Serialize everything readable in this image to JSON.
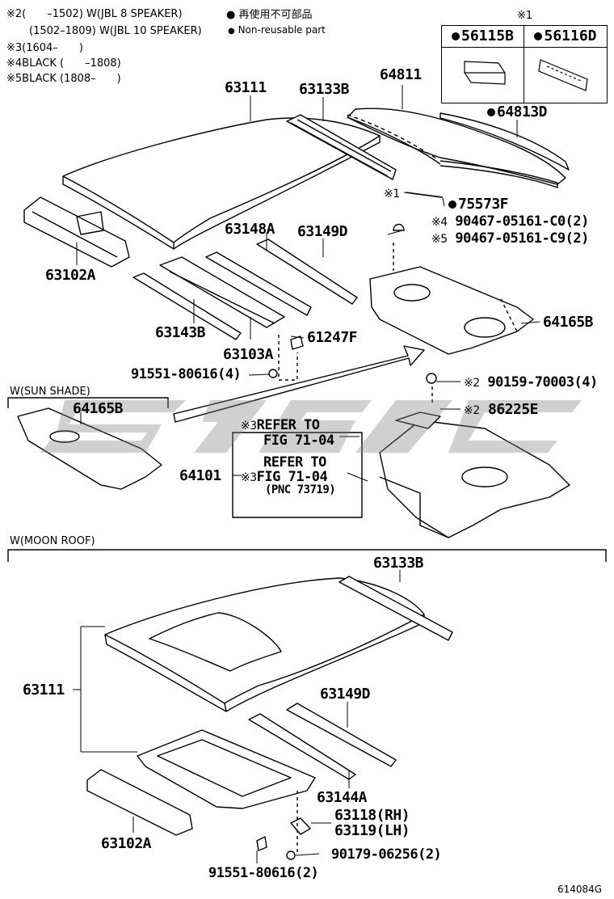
{
  "notes": [
    {
      "mark": "※2",
      "text": "(　　–1502) W(JBL 8 SPEAKER)"
    },
    {
      "mark": "",
      "text": "(1502–1809) W(JBL 10 SPEAKER)"
    },
    {
      "mark": "※3",
      "text": "(1604–　　)"
    },
    {
      "mark": "※4",
      "text": "BLACK (　　–1808)"
    },
    {
      "mark": "※5",
      "text": "BLACK (1808–　　)"
    }
  ],
  "legend": [
    {
      "symbol": "●",
      "jp": "再使用不可部品"
    },
    {
      "symbol": "●",
      "en": "Non-reusable part"
    }
  ],
  "box_mark": "※1",
  "box_parts": [
    "56115B",
    "56116D"
  ],
  "sections": {
    "sun_shade": "W(SUN SHADE)",
    "moon_roof": "W(MOON ROOF)"
  },
  "labels": {
    "p63111": "63111",
    "p63133B": "63133B",
    "p64811": "64811",
    "p64813D": "64813D",
    "p75573F": "75573F",
    "mark_x1": "※1",
    "mark_x4": "※4",
    "mark_x5": "※5",
    "mark_x2a": "※2",
    "mark_x2b": "※2",
    "mark_x3a": "※3",
    "mark_x3b": "※3",
    "p90467a": "90467-05161-C0(2)",
    "p90467b": "90467-05161-C9(2)",
    "p63148A": "63148A",
    "p63149D": "63149D",
    "p63102A": "63102A",
    "p64165B": "64165B",
    "p63143B": "63143B",
    "p61247F": "61247F",
    "p63103A": "63103A",
    "p91551a": "91551-80616(4)",
    "p90159": "90159-70003(4)",
    "p64165B_ss": "64165B",
    "p86225E": "86225E",
    "refer1": "REFER TO",
    "fig1": "FIG 71-04",
    "refer2": "REFER TO",
    "fig2": "FIG 71-04",
    "pnc": "(PNC 73719)",
    "p64101": "64101",
    "m63133B": "63133B",
    "m63111": "63111",
    "m63149D": "63149D",
    "m63144A": "63144A",
    "m63118": "63118(RH)",
    "m63119": "63119(LH)",
    "m90179": "90179-06256(2)",
    "m63102A": "63102A",
    "m91551": "91551-80616(2)"
  },
  "diagram_code": "614084G"
}
